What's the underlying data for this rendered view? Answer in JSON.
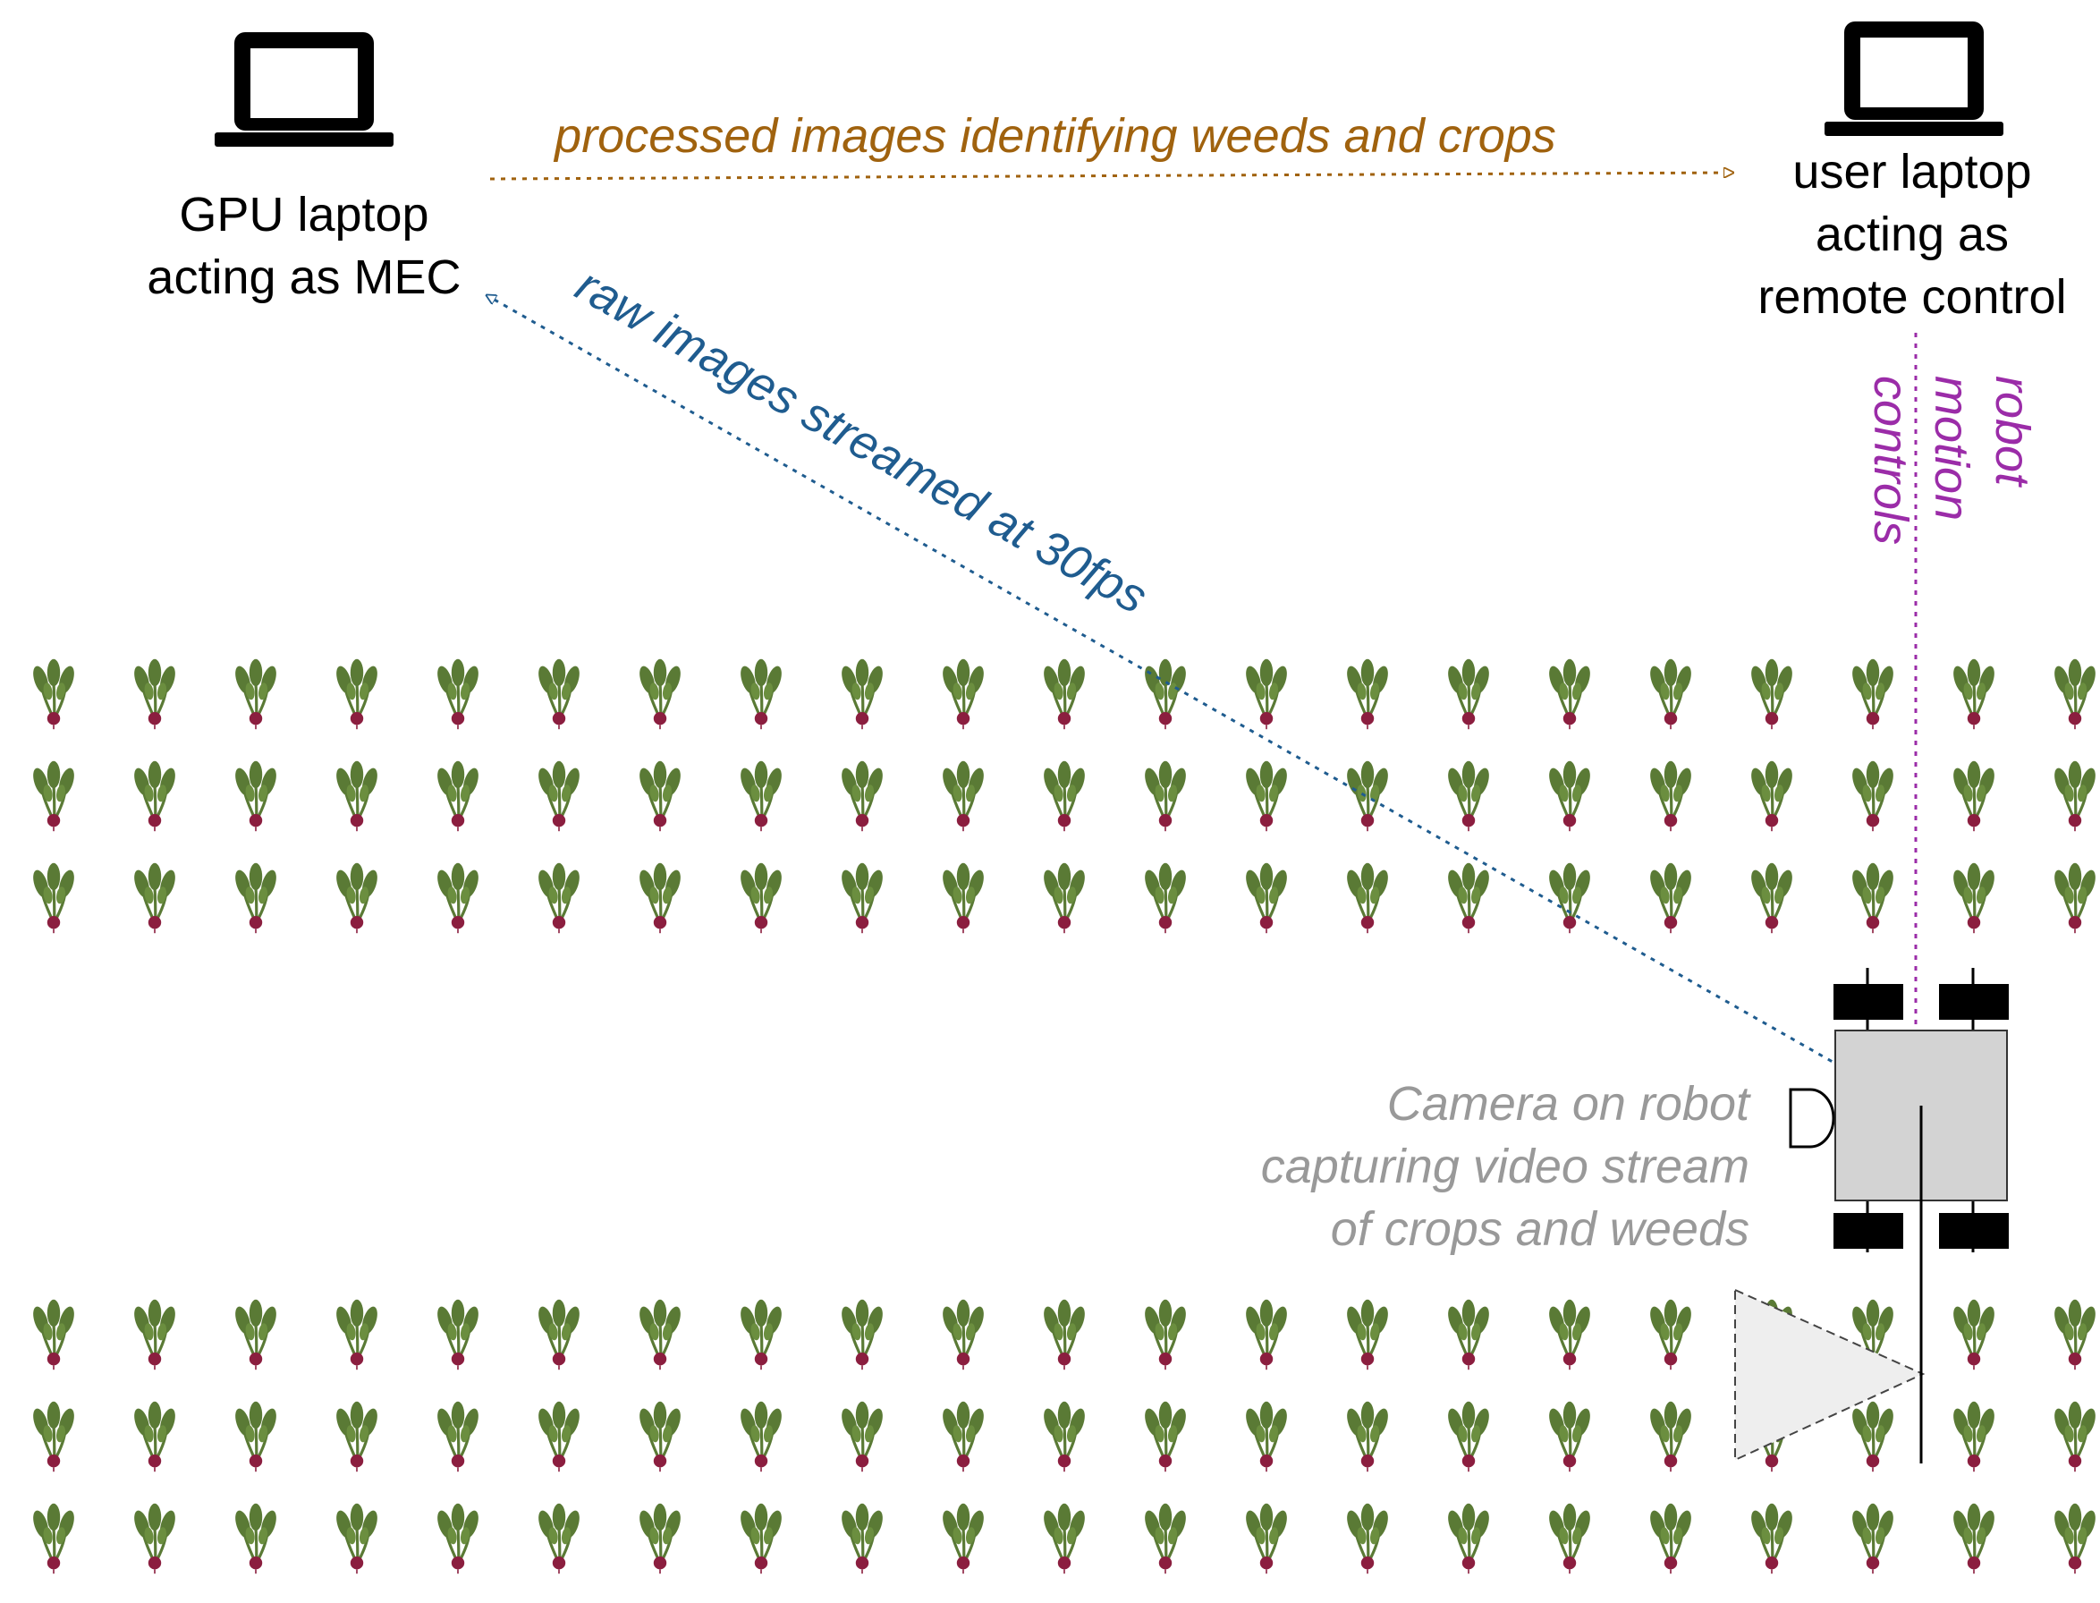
{
  "nodes": {
    "mec_laptop": {
      "line1": "GPU laptop",
      "line2": "acting as MEC",
      "icon": "laptop-icon"
    },
    "user_laptop": {
      "line1": "user laptop",
      "line2": "acting as",
      "line3": "remote control",
      "icon": "laptop-icon"
    },
    "robot": {
      "icon": "robot-icon",
      "camera_icon": "camera-icon"
    },
    "camera_caption": {
      "line1": "Camera on robot",
      "line2": "capturing video stream",
      "line3": "of crops and weeds"
    }
  },
  "edges": {
    "processed": {
      "label": "processed images identifying weeds and crops",
      "color": "#A0620E"
    },
    "raw": {
      "label": "raw images streamed at 30fps",
      "color": "#1F5C8F"
    },
    "controls": {
      "line1": "robot",
      "line2": "motion",
      "line3": "controls",
      "color": "#9B2CA8"
    }
  },
  "crops": {
    "icon": "beet-plant-icon",
    "leaf_color": "#5A7A35",
    "root_color": "#8B1E3F"
  },
  "colors": {
    "caption": "#999999",
    "robot_body": "#D3D3D3",
    "wheel": "#000000",
    "camera_view": "#EEEEEE"
  }
}
